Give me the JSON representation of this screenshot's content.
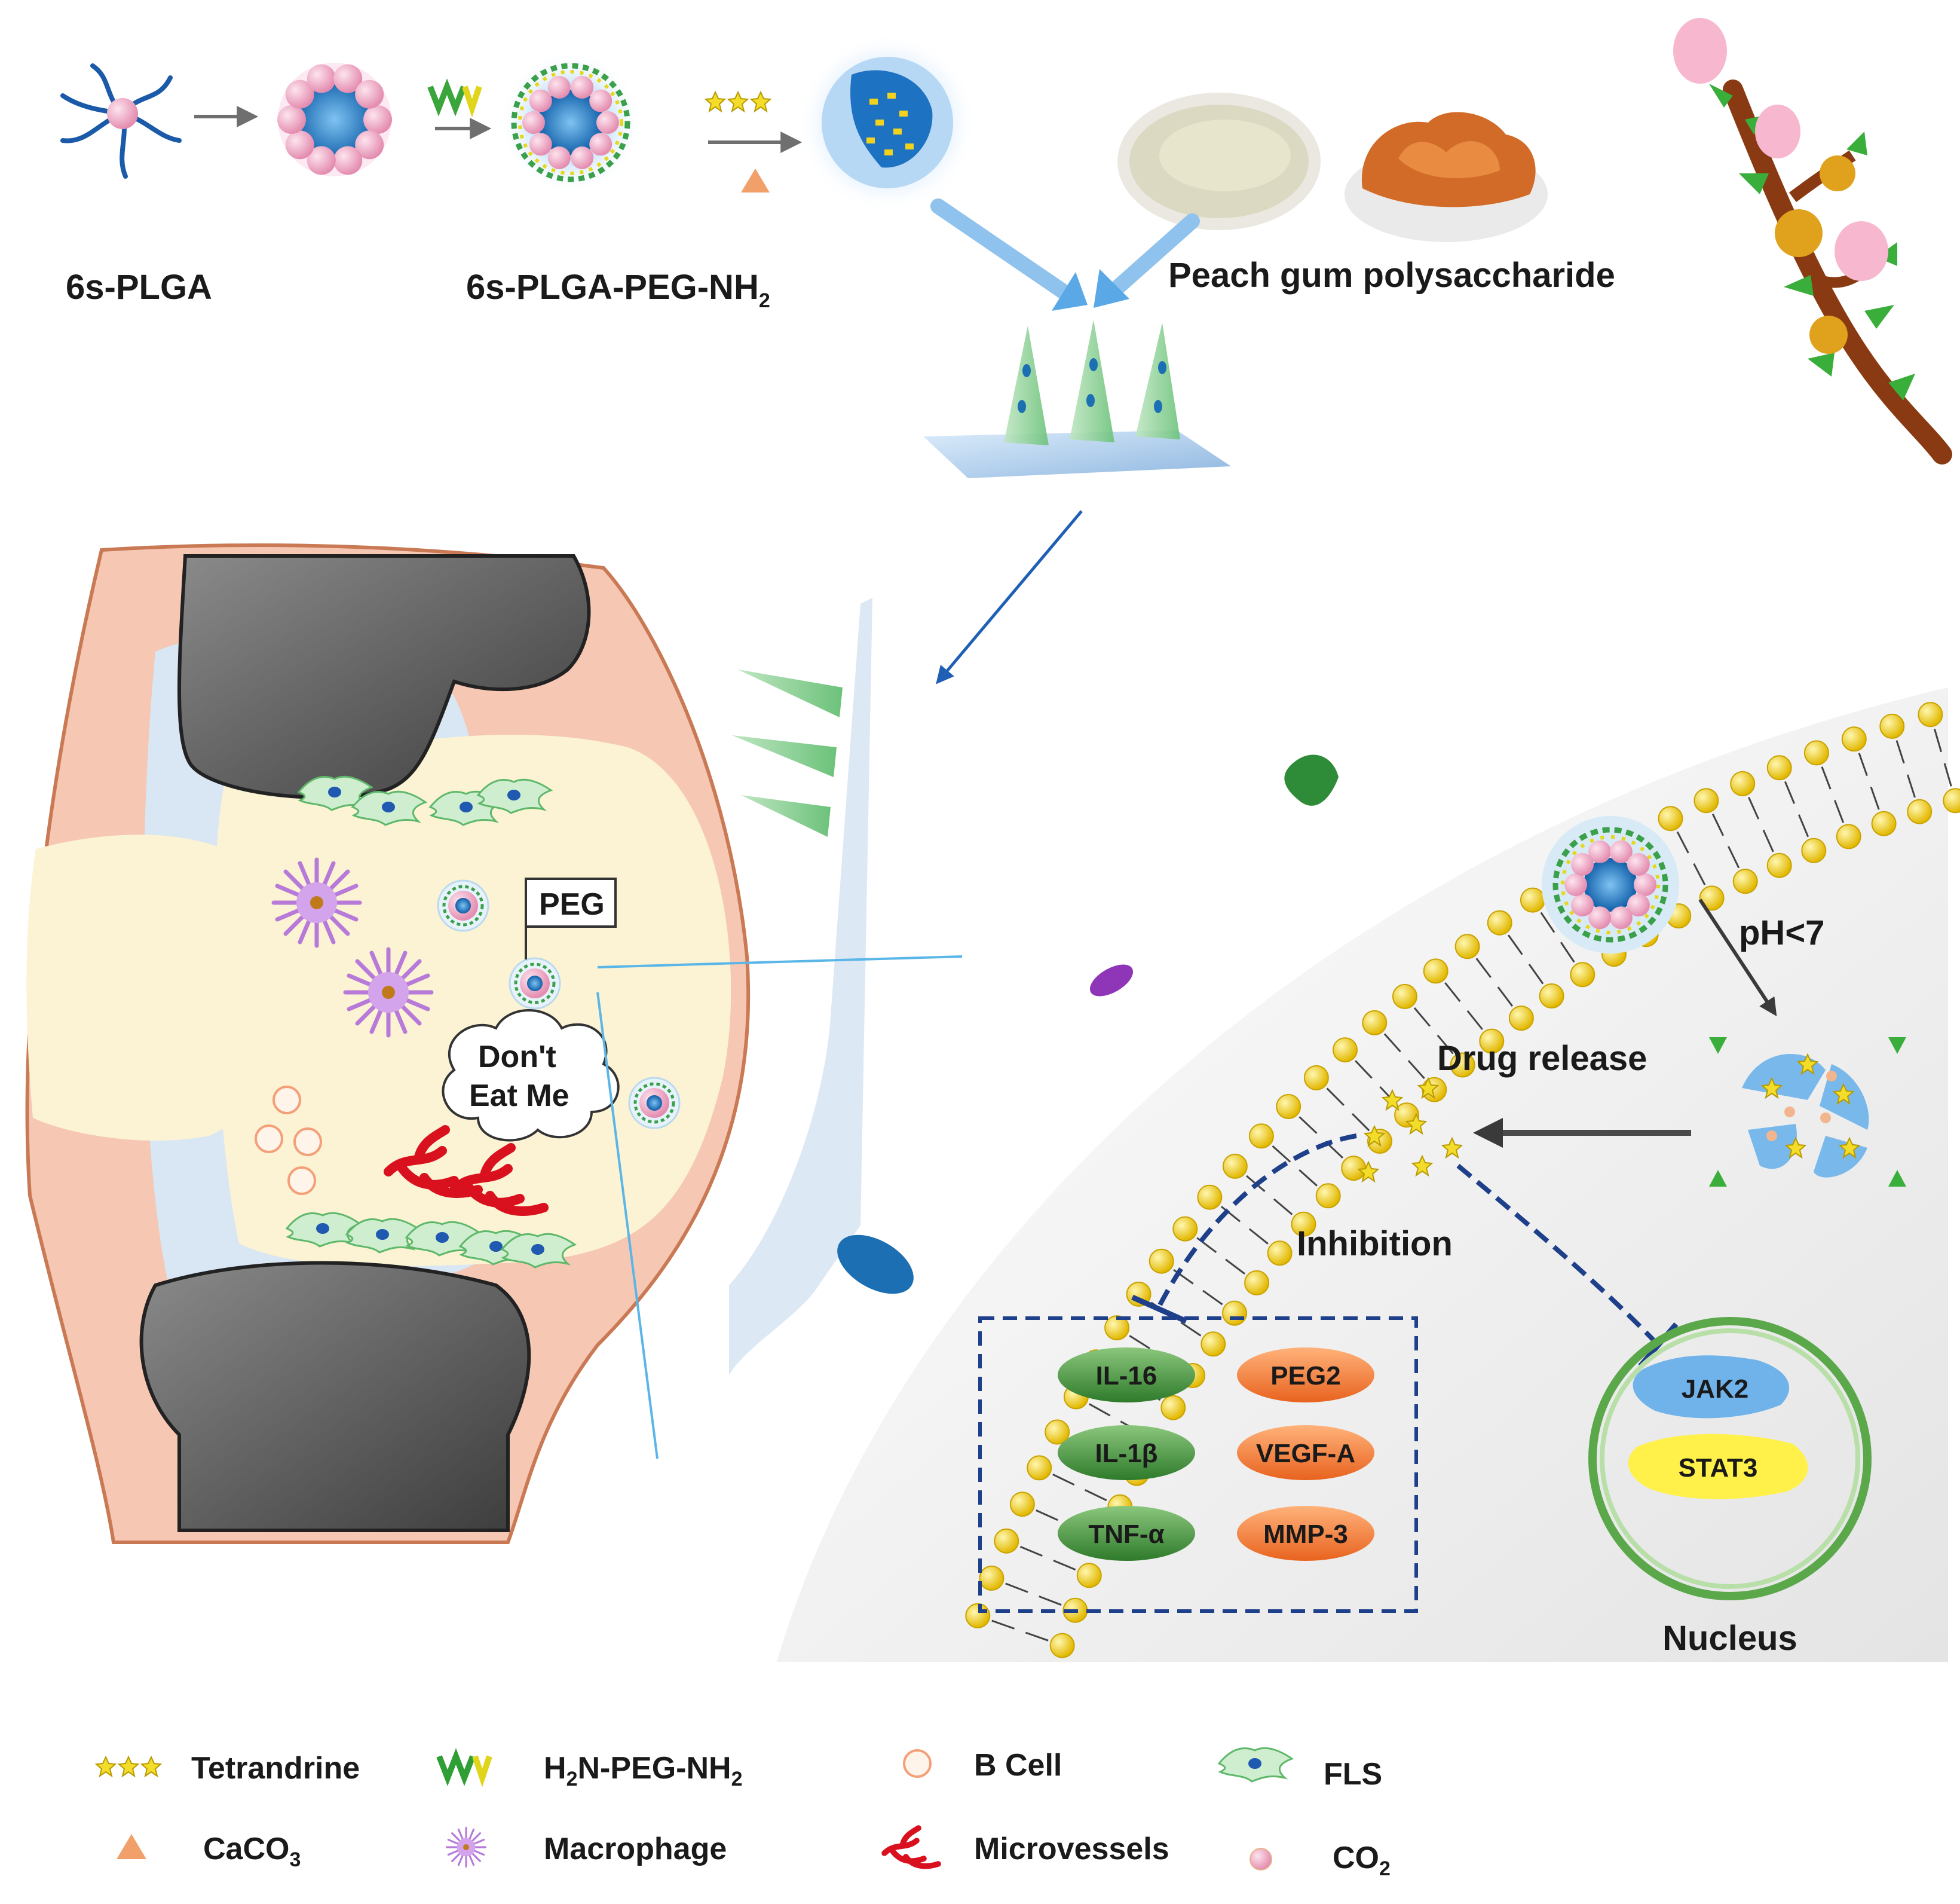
{
  "top": {
    "polymer_label_prefix": "6s-PLGA",
    "conjugate_label_prefix": "6s-PLGA-PEG-NH",
    "conjugate_label_sub": "2",
    "gum_label": "Peach gum polysaccharide"
  },
  "joint": {
    "peg_flag": "PEG",
    "bubble_line1": "Don't",
    "bubble_line2": "Eat Me"
  },
  "cell": {
    "ph_label": "pH<7",
    "drug_release": "Drug release",
    "inhibition": "Inhibition",
    "nucleus": "Nucleus",
    "jak": "JAK2",
    "stat": "STAT3",
    "cytokines_green": [
      "IL-16",
      "IL-1β",
      "TNF-α"
    ],
    "cytokines_orange": [
      "PEG2",
      "VEGF-A",
      "MMP-3"
    ]
  },
  "legend": {
    "tetrandrine": "Tetrandrine",
    "peg_prefix_h": "H",
    "peg_sub_1": "2",
    "peg_mid": "N-PEG-NH",
    "peg_sub_2": "2",
    "bcell": "B Cell",
    "fls": "FLS",
    "caco_prefix": "CaCO",
    "caco_sub": "3",
    "macrophage": "Macrophage",
    "microvessels": "Microvessels",
    "co_prefix": "CO",
    "co_sub": "2"
  },
  "colors": {
    "lipid_head": "#f2d21e",
    "cartilage": "#5a5a5a",
    "skin": "#f6c7b3",
    "synovial": "#fbf3d4",
    "cytokine_green": "#3f8f3a",
    "cytokine_orange": "#f07830",
    "dashed_line": "#1e3f8a",
    "sphere_pink": "#f1a7c4",
    "core_blue": "#1c6fb3"
  }
}
